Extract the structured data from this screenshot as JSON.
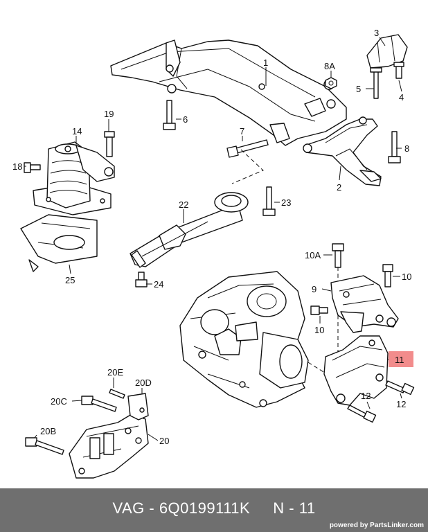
{
  "labels": {
    "l1": "1",
    "l2": "2",
    "l3": "3",
    "l4": "4",
    "l5": "5",
    "l6": "6",
    "l7": "7",
    "l8": "8",
    "l8a": "8A",
    "l9": "9",
    "l10a": "10A",
    "l10b": "10",
    "l10c": "10",
    "l11": "11",
    "l12a": "12",
    "l12b": "12",
    "l14": "14",
    "l18": "18",
    "l19": "19",
    "l20": "20",
    "l20b": "20B",
    "l20c": "20C",
    "l20d": "20D",
    "l20e": "20E",
    "l22": "22",
    "l23": "23",
    "l24": "24",
    "l25": "25"
  },
  "highlight": {
    "part_label": "11",
    "color": "#f28c8c"
  },
  "footer": {
    "text": "VAG - 6Q0199111K     N - 11",
    "credit": "powered by PartsLinker.com",
    "background": "#6f6f6f"
  }
}
